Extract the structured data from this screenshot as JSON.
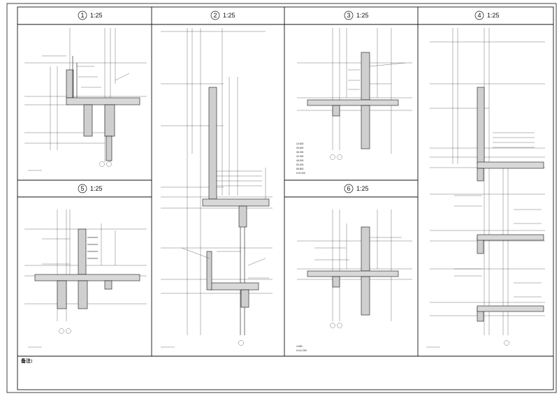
{
  "sheet": {
    "panels": [
      {
        "number": "1",
        "scale": "1:25"
      },
      {
        "number": "2",
        "scale": "1:25"
      },
      {
        "number": "3",
        "scale": "1:25"
      },
      {
        "number": "4",
        "scale": "1:25"
      },
      {
        "number": "5",
        "scale": "1:25"
      },
      {
        "number": "6",
        "scale": "1:25"
      }
    ],
    "notes_label": "备注:",
    "panel3_levels": [
      "24.600",
      "30.600",
      "36.000",
      "42.000",
      "48.000",
      "53.400",
      "58.800",
      "H=9.200"
    ],
    "panel6_levels": [
      "4.650",
      "H=41.250"
    ]
  }
}
